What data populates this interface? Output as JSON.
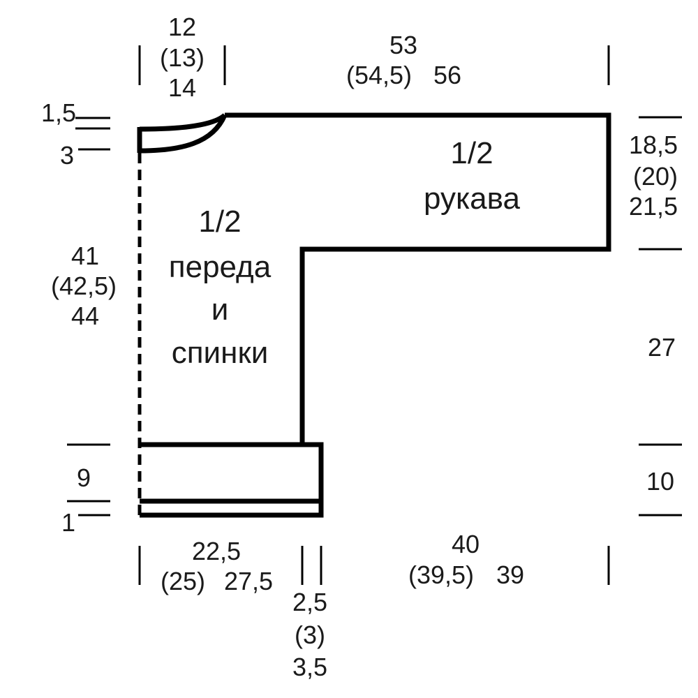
{
  "pieces": {
    "body": {
      "fraction": "1/2",
      "line1": "переда",
      "line2": "и",
      "line3": "спинки"
    },
    "sleeve": {
      "fraction": "1/2",
      "line1": "рукава"
    }
  },
  "dims": {
    "neck_width": [
      "12",
      "(13)",
      "14"
    ],
    "sleeve_length": [
      "53",
      "(54,5)",
      "56"
    ],
    "shoulder_drop": "1,5",
    "neck_depth": "3",
    "body_height": [
      "41",
      "(42,5)",
      "44"
    ],
    "rib_height": "9",
    "rib_edge": "1",
    "sleeve_width": [
      "18,5",
      "(20)",
      "21,5"
    ],
    "side_height": "27",
    "cuff_height": "10",
    "half_width": [
      "22,5",
      "(25)",
      "27,5"
    ],
    "rib_offset": [
      "2,5",
      "(3)",
      "3,5"
    ],
    "sleeve_bottom": [
      "40",
      "(39,5)",
      "39"
    ]
  }
}
